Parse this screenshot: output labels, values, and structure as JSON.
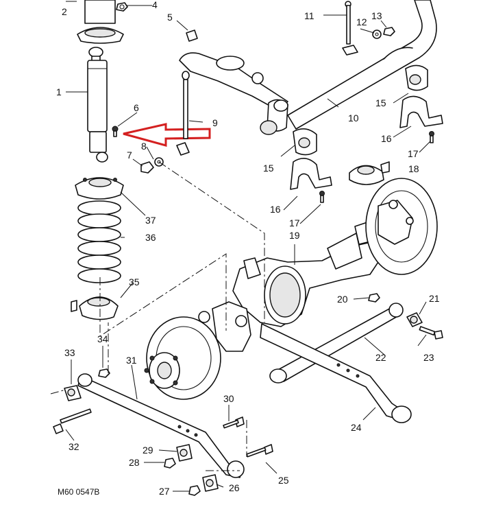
{
  "diagram_ref": "M60 0547B",
  "callouts": {
    "c1": "1",
    "c2": "2",
    "c4": "4",
    "c5": "5",
    "c6": "6",
    "c7": "7",
    "c8": "8",
    "c9": "9",
    "c10": "10",
    "c11": "11",
    "c12": "12",
    "c13": "13",
    "c15a": "15",
    "c15b": "15",
    "c16a": "16",
    "c16b": "16",
    "c17a": "17",
    "c17b": "17",
    "c18": "18",
    "c19": "19",
    "c20": "20",
    "c21": "21",
    "c22": "22",
    "c23": "23",
    "c24": "24",
    "c25": "25",
    "c26": "26",
    "c27": "27",
    "c28": "28",
    "c29": "29",
    "c30": "30",
    "c31": "31",
    "c32": "32",
    "c33": "33",
    "c34": "34",
    "c35": "35",
    "c36": "36",
    "c37": "37"
  },
  "annotation": {
    "arrow_color": "#d42020",
    "points_to": "6"
  }
}
